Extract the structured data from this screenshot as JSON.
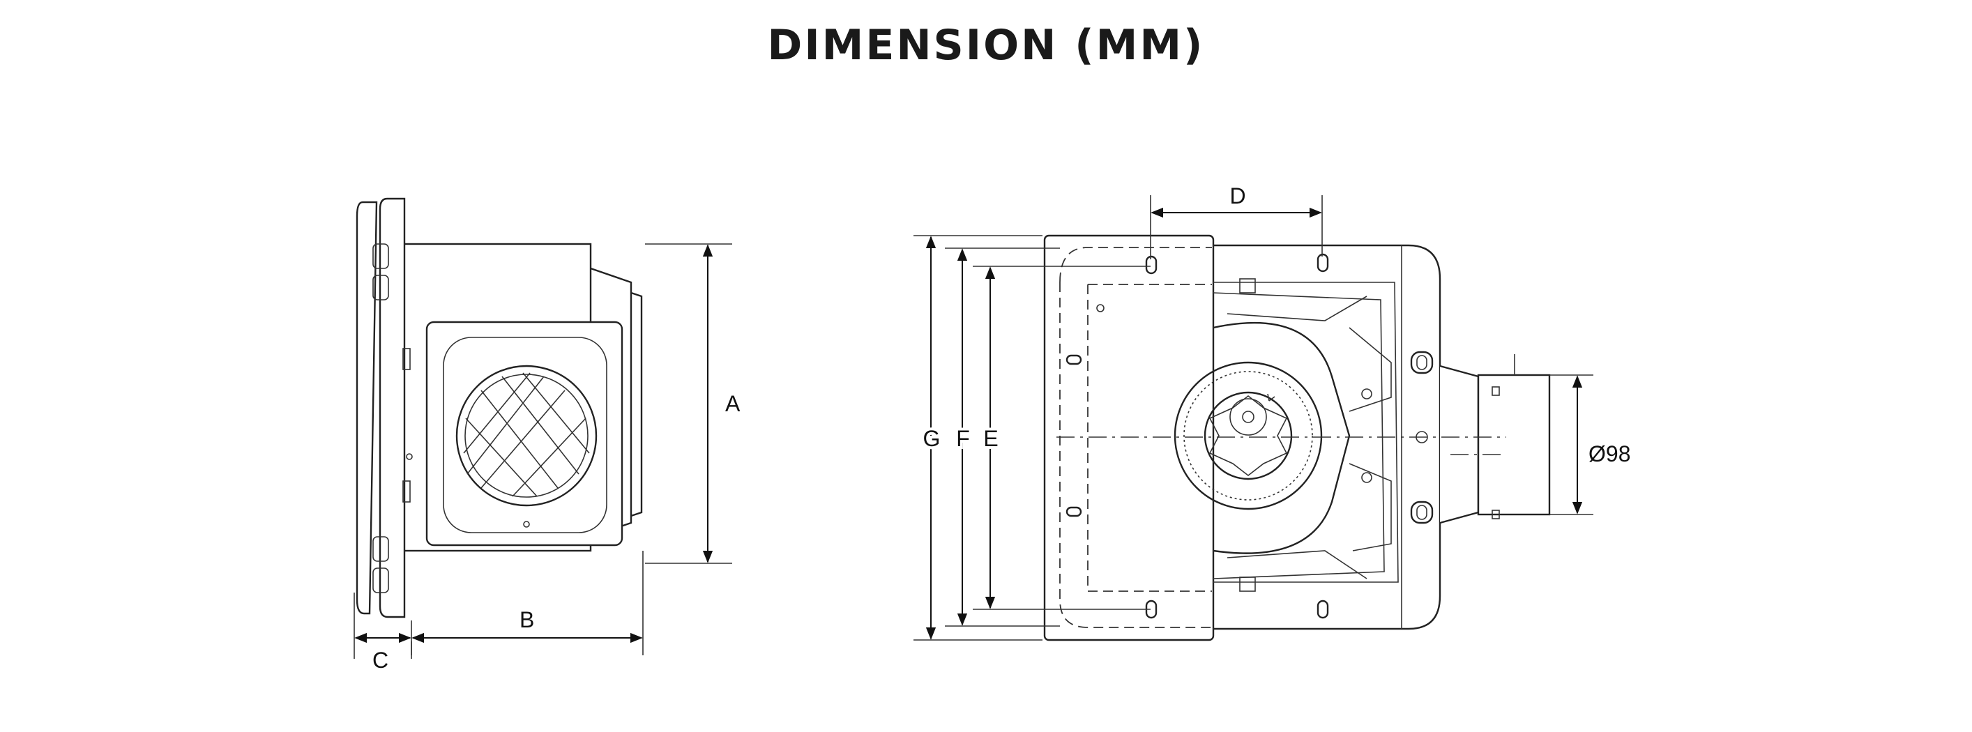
{
  "title": "DIMENSION (MM)",
  "labels": {
    "A": "A",
    "B": "B",
    "C": "C",
    "D": "D",
    "E": "E",
    "F": "F",
    "G": "G",
    "diameter": "Ø98"
  }
}
